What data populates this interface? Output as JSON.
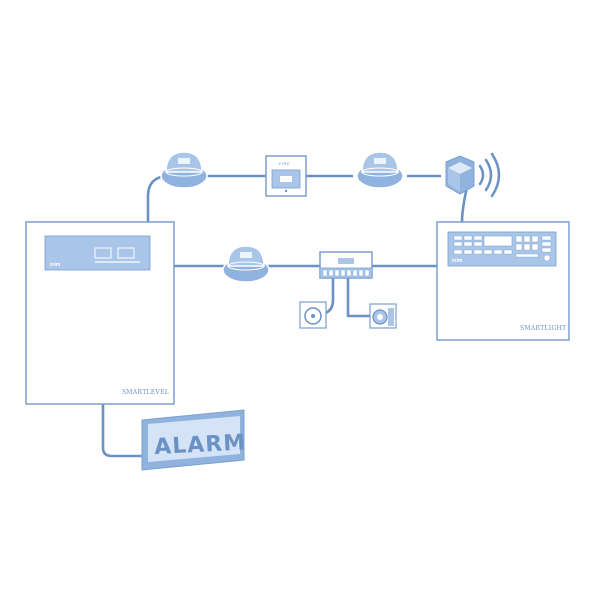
{
  "diagram": {
    "colors": {
      "line": "#6a92c4",
      "light_fill": "#a9c5e8",
      "mid_fill": "#8fb2df",
      "panel_fill": "#ffffff",
      "panel_stroke": "#7aa0cf"
    },
    "left_panel": {
      "brand": "SMARTLEVEL",
      "logo": "inim"
    },
    "right_panel": {
      "brand": "SMARTLIGHT",
      "logo": "inim"
    },
    "call_point": {
      "label": "FIRE"
    },
    "alarm_sign": {
      "label": "ALARM"
    },
    "icons": {
      "smoke_detector": "smoke-detector-icon",
      "call_point": "manual-call-point-icon",
      "sounder": "sounder-icon",
      "module": "io-module-icon",
      "bell": "bell-icon",
      "speaker": "speaker-icon"
    }
  }
}
